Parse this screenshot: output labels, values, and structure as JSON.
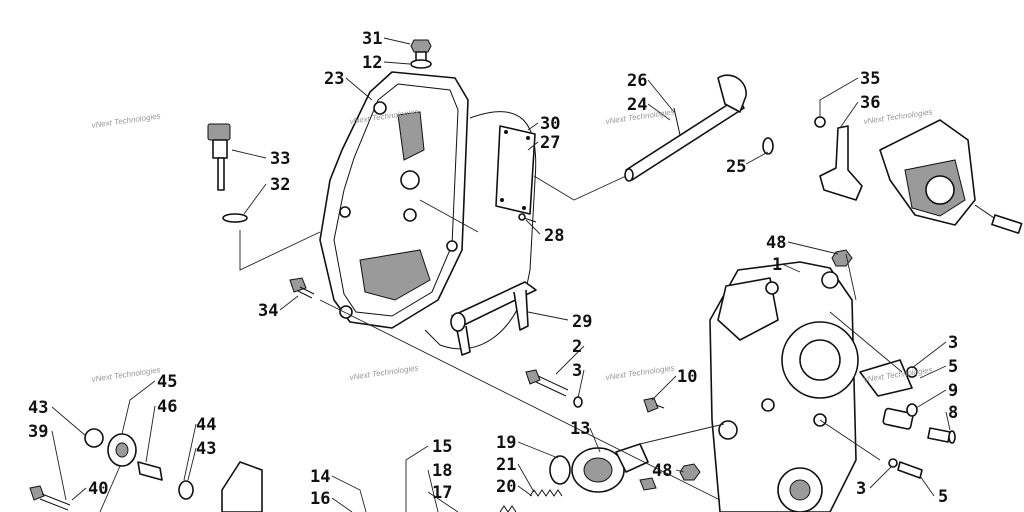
{
  "watermark_text": "vNext Technologies",
  "callouts": [
    "31",
    "12",
    "23",
    "30",
    "27",
    "33",
    "32",
    "28",
    "34",
    "29",
    "26",
    "24",
    "25",
    "35",
    "36",
    "48",
    "1",
    "2",
    "3",
    "10",
    "13",
    "3",
    "5",
    "9",
    "8",
    "3",
    "5",
    "45",
    "43",
    "46",
    "39",
    "44",
    "43",
    "40",
    "15",
    "18",
    "17",
    "14",
    "16",
    "19",
    "21",
    "20",
    "48"
  ]
}
